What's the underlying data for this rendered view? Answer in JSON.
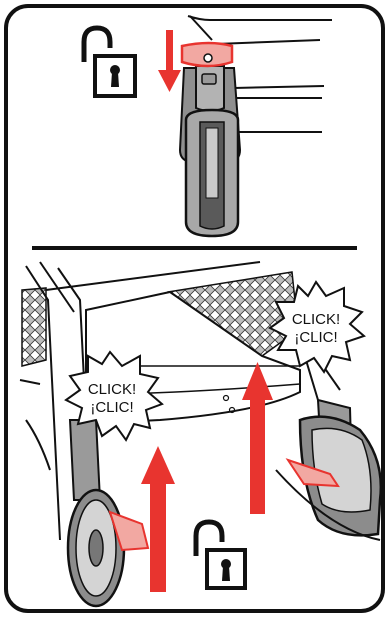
{
  "panels": [
    {
      "id": "top",
      "lock_state": "unlocked",
      "arrow_direction": "down"
    },
    {
      "id": "bottom",
      "lock_state": "unlocked",
      "arrow_direction": "up"
    }
  ],
  "callouts": {
    "left": {
      "line1": "CLICK!",
      "line2": "¡CLIC!"
    },
    "right": {
      "line1": "CLICK!",
      "line2": "¡CLIC!"
    }
  },
  "colors": {
    "outline": "#111111",
    "accent_red": "#e8342f",
    "pedal_pink": "#f2a8a2",
    "wheel_gray": "#9a9a9a",
    "mesh_gray": "#c7c7c7"
  },
  "icons": {
    "lock_top": "padlock-open-icon",
    "lock_bottom": "padlock-open-icon",
    "arrow_top": "arrow-down-icon"
  }
}
